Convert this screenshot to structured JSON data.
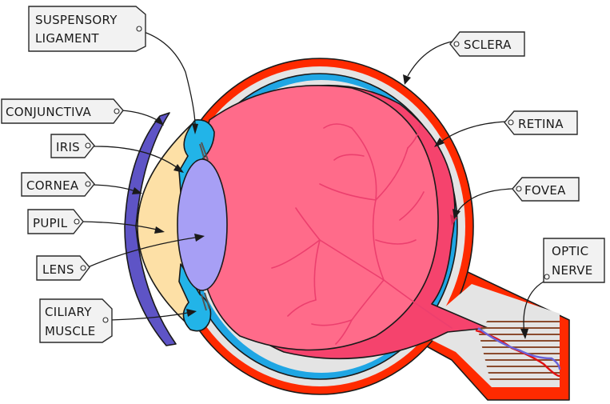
{
  "diagram": {
    "labels": {
      "suspensory_ligament": [
        "SUSPENSORY",
        "LIGAMENT"
      ],
      "sclera": [
        "SCLERA"
      ],
      "conjunctiva": [
        "CONJUNCTIVA"
      ],
      "retina": [
        "RETINA"
      ],
      "iris": [
        "IRIS"
      ],
      "fovea": [
        "FOVEA"
      ],
      "cornea": [
        "CORNEA"
      ],
      "pupil": [
        "PUPIL"
      ],
      "optic_nerve": [
        "OPTIC",
        "NERVE"
      ],
      "lens": [
        "LENS"
      ],
      "ciliary_muscle": [
        "CILIARY",
        "MUSCLE"
      ]
    },
    "colors": {
      "sclera": "#ff2a00",
      "choroid": "#1fa6e4",
      "vitreous": "#ff6b8a",
      "retina": "#f5436d",
      "lens": "#a79ff5",
      "aqueous": "#fde0a6",
      "conjunctiva": "#5e54c6",
      "ciliary": "#22b4e8",
      "gap": "#e4e4e4",
      "nerve_stripes": "#8a4b2e"
    }
  }
}
